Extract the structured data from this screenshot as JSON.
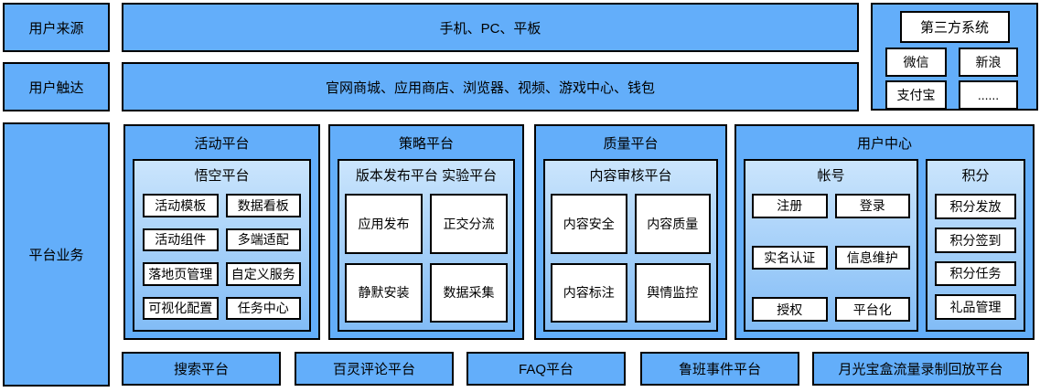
{
  "colors": {
    "box_blue": "#63AEFA",
    "subpanel_gradient_top": "#CBE5FC",
    "subpanel_gradient_bottom": "#82BCF6",
    "leaf_box": "#FFFFFF",
    "border": "#000000"
  },
  "row_source": {
    "label": "用户来源",
    "content": "手机、PC、平板"
  },
  "row_reach": {
    "label": "用户触达",
    "content": "官网商城、应用商店、浏览器、视频、游戏中心、钱包"
  },
  "third_party": {
    "title": "第三方系统",
    "items": [
      "微信",
      "新浪",
      "支付宝",
      "......"
    ]
  },
  "platform": {
    "label": "平台业务",
    "groups": [
      {
        "title": "活动平台",
        "sub": {
          "title": "悟空平台",
          "items": [
            "活动模板",
            "数据看板",
            "活动组件",
            "多端适配",
            "落地页管理",
            "自定义服务",
            "可视化配置",
            "任务中心"
          ]
        }
      },
      {
        "title": "策略平台",
        "sub": {
          "title": "版本发布平台 实验平台",
          "items": [
            "应用发布",
            "正交分流",
            "静默安装",
            "数据采集"
          ]
        }
      },
      {
        "title": "质量平台",
        "sub": {
          "title": "内容审核平台",
          "items": [
            "内容安全",
            "内容质量",
            "内容标注",
            "舆情监控"
          ]
        }
      },
      {
        "title": "用户中心",
        "subs": [
          {
            "title": "帐号",
            "items": [
              "注册",
              "登录",
              "实名认证",
              "信息维护",
              "授权",
              "平台化"
            ]
          },
          {
            "title": "积分",
            "items": [
              "积分发放",
              "积分签到",
              "积分任务",
              "礼品管理"
            ]
          }
        ]
      }
    ]
  },
  "bottom_row": {
    "items": [
      "搜索平台",
      "百灵评论平台",
      "FAQ平台",
      "鲁班事件平台",
      "月光宝盒流量录制回放平台"
    ]
  }
}
